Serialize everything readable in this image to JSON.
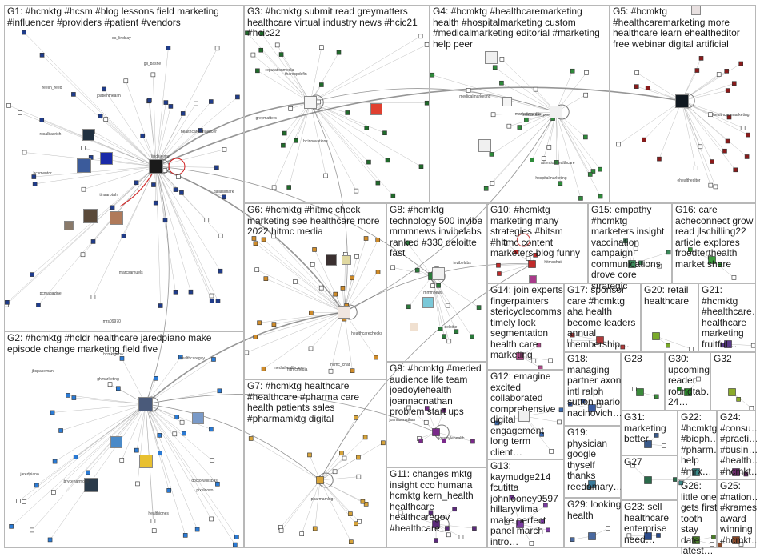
{
  "groups": [
    {
      "id": "G1",
      "label": "G1: #hcmktg #hcsm #blog lessons field marketing #influencer #providers #patient #vendors"
    },
    {
      "id": "G2",
      "label": "G2: #hcmktg #hcldr healthcare jaredpiano make episode change marketing field five"
    },
    {
      "id": "G3",
      "label": "G3: #hcmktg submit read greymatters healthcare virtual industry news #hcic21 #hcic22"
    },
    {
      "id": "G4",
      "label": "G4: #hcmktg #healthcaremarketing health #hospitalmarketing custom #medicalmarketing editorial #marketing help peer"
    },
    {
      "id": "G5",
      "label": "G5: #hcmktg #healthcaremarketing more healthcare learn ehealtheditor free webinar digital artificial"
    },
    {
      "id": "G6",
      "label": "G6: #hcmktg #hitmc check marketing see healthcare more 2022 hitmc media"
    },
    {
      "id": "G7",
      "label": "G7: #hcmktg healthcare #healthcare #pharma care health patients sales #pharmamktg digital"
    },
    {
      "id": "G8",
      "label": "G8: #hcmktg technology 500 invibe mmmnews invibelabs ranked #330 deloitte fast"
    },
    {
      "id": "G9",
      "label": "G9: #hcmktg #meded audience life team joedoylehealth joannacnathan problem start ups"
    },
    {
      "id": "G10",
      "label": "G10: #hcmktg marketing many strategies #hitsm #hitmc content marketers blog funny"
    },
    {
      "id": "G11",
      "label": "G11: changes mktg insight cco humana hcmktg kern_health healthcare healthcaregov #healthcare"
    },
    {
      "id": "G12",
      "label": "G12: emagine excited collaborated comprehensive digital engagement long term client…"
    },
    {
      "id": "G13",
      "label": "G13: kaymudge214 fcutitta johnlooney9597 hillaryvlima make perfect panel march intro…"
    },
    {
      "id": "G14",
      "label": "G14: join experts fingerpainters stericyclecomms timely look segmentation health care marketing"
    },
    {
      "id": "G15",
      "label": "G15: empathy #hcmktg marketers insight vaccination campaign communications drove core strategic"
    },
    {
      "id": "G16",
      "label": "G16: care acheconnect grow read jlschilling22 article explores froedterthealth market share"
    },
    {
      "id": "G17",
      "label": "G17: sponsor care #hcmktg aha health become leaders annual membership…"
    },
    {
      "id": "G18",
      "label": "G18: managing partner axon intl ralph sutton mario nacinovich…"
    },
    {
      "id": "G19",
      "label": "G19: physician google thyself thanks reedomary…"
    },
    {
      "id": "G20",
      "label": "G20: retail healthcare"
    },
    {
      "id": "G21",
      "label": "G21: #hcmktg #healthcare… healthcare marketing fruitful…"
    },
    {
      "id": "G22",
      "label": "G22: #hcmktg #bioph… #pharm… help #mrx…"
    },
    {
      "id": "G23",
      "label": "G23: sell healthcare enterprise need…"
    },
    {
      "id": "G24",
      "label": "G24: #consu… #practi… #busin… #health… #hcmkt…"
    },
    {
      "id": "G25",
      "label": "G25: #nation… #krames award winning #hcmkt…"
    },
    {
      "id": "G26",
      "label": "G26: little one gets first tooth stay date latest…"
    },
    {
      "id": "G27",
      "label": "G27"
    },
    {
      "id": "G28",
      "label": "G28"
    },
    {
      "id": "G29",
      "label": "G29: looking health"
    },
    {
      "id": "G30",
      "label": "G30: upcoming reader roundtab… 24…"
    },
    {
      "id": "G31",
      "label": "G31: marketing better"
    },
    {
      "id": "G32",
      "label": "G32"
    }
  ],
  "colors": {
    "G1": "#1f3c8c",
    "G2": "#2a7bd6",
    "G3": "#1f6b2a",
    "G4": "#2e8b3a",
    "G5": "#8b1a1a",
    "G6": "#d08c2a",
    "G7": "#d8a43a",
    "G8": "#2a7a3a",
    "G9": "#7a2a8a",
    "G10": "#c02a2a",
    "G11": "#5a2a7a",
    "G12": "#3a6ab0",
    "G13": "#7a3aa0",
    "G14": "#b04a8a",
    "G15": "#3a8a5a",
    "G16": "#3a9a3a",
    "G17": "#b03a3a",
    "G18": "#3a5aa0",
    "G19": "#3a7a9a",
    "G20": "#7aaa2a",
    "G21": "#5a3a8a",
    "G22": "#3a8a8a",
    "G23": "#2a4a8a",
    "G24": "#6a2a6a",
    "G25": "#8a4a2a",
    "G26": "#4a7a2a",
    "G27": "#2a6a4a",
    "G28": "#3a8a3a",
    "G29": "#4a6aa0",
    "G30": "#2a8a2a",
    "G31": "#3a5a8a",
    "G32": "#8aaa2a"
  },
  "node_labels": {
    "G1": [
      "pcmagazine",
      "rosalbacrich",
      "lindsieirian",
      "mrs09970",
      "tinaarotah",
      "gil_bashe",
      "reelin_reed",
      "healthcareinfluencer",
      "dallaslmark",
      "hcsmentor",
      "ds_lindsay",
      "marcsamuels",
      "jpatienthealth"
    ],
    "G2": [
      "jaredpiano",
      "ghmarketing",
      "healthcareguy",
      "pixelnovo",
      "doctorwillisbas",
      "healthjones",
      "bryceharmony",
      "hcmktgnow",
      "jbspaceman"
    ],
    "G3": [
      "greymatters",
      "reputationmedia",
      "hcinnovations",
      "tharecpdefin"
    ],
    "G4": [
      "attentionhealthcare",
      "hospitalmarketing",
      "medicalmarketing",
      "marketingeditor",
      "healthcare_peer"
    ],
    "G5": [
      "ehealtheditor",
      "healthcaremarketing"
    ],
    "G6": [
      "hitmcmedia",
      "hitmc_chat",
      "mediahealthcare",
      "healthcarechecks"
    ],
    "G7": [
      "pharmamktg"
    ],
    "G8": [
      "invibelabs",
      "mmmnews",
      "deloitte"
    ],
    "G9": [
      "joedoylehealth",
      "joannacnathan"
    ],
    "G10": [
      "hitmcchat"
    ]
  }
}
